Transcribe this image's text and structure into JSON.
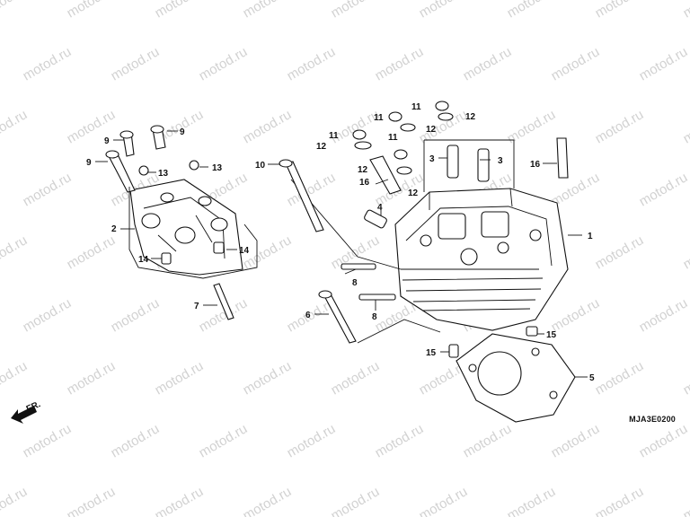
{
  "watermark": "motod.ru",
  "diagram_code": "MJA3E0200",
  "direction_label": "FR.",
  "callouts": {
    "c1": "1",
    "c2": "2",
    "c3a": "3",
    "c3b": "3",
    "c4": "4",
    "c5": "5",
    "c6": "6",
    "c7": "7",
    "c8a": "8",
    "c8b": "8",
    "c9a": "9",
    "c9b": "9",
    "c9c": "9",
    "c10": "10",
    "c11a": "11",
    "c11b": "11",
    "c11c": "11",
    "c11d": "11",
    "c12a": "12",
    "c12b": "12",
    "c12c": "12",
    "c12d": "12",
    "c12e": "12",
    "c13a": "13",
    "c13b": "13",
    "c14a": "14",
    "c14b": "14",
    "c15a": "15",
    "c15b": "15",
    "c16a": "16",
    "c16b": "16"
  }
}
